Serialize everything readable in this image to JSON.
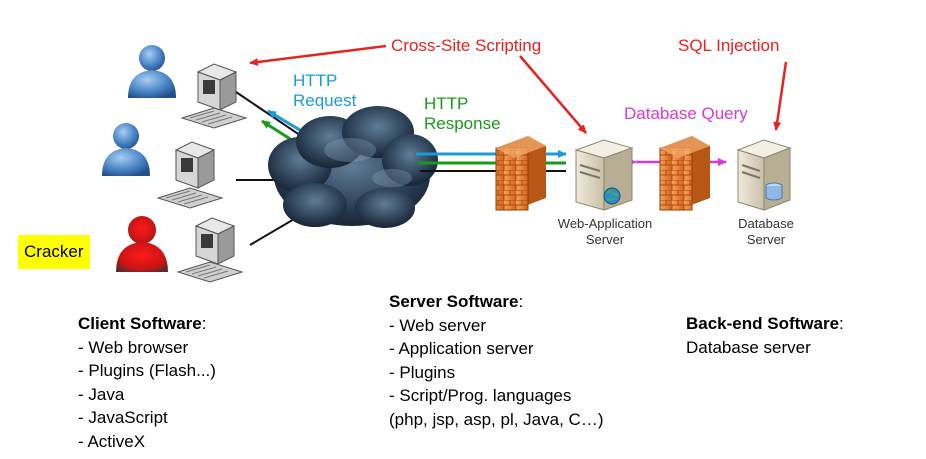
{
  "labels": {
    "xss": "Cross-Site Scripting",
    "sqli": "SQL Injection",
    "http_request": [
      "HTTP",
      "Request"
    ],
    "http_response": [
      "HTTP",
      "Response"
    ],
    "db_query": "Database Query",
    "web_app_server": [
      "Web-Application",
      "Server"
    ],
    "database_server": [
      "Database",
      "Server"
    ],
    "cracker": "Cracker"
  },
  "client": {
    "heading": "Client Software",
    "items": [
      "- Web browser",
      "- Plugins (Flash...)",
      "- Java",
      "- JavaScript",
      "- ActiveX"
    ]
  },
  "server": {
    "heading": "Server Software",
    "items": [
      "- Web server",
      "- Application server",
      "- Plugins",
      "- Script/Prog. languages",
      "(php, jsp, asp, pl, Java, C…)"
    ]
  },
  "backend": {
    "heading": "Back-end Software",
    "items": [
      "Database server"
    ]
  },
  "colors": {
    "attack": "#e8231f",
    "request": "#1e9ad6",
    "response": "#1a9a1a",
    "db_query": "#d63ad6",
    "cracker_highlight": "#ffff00"
  }
}
